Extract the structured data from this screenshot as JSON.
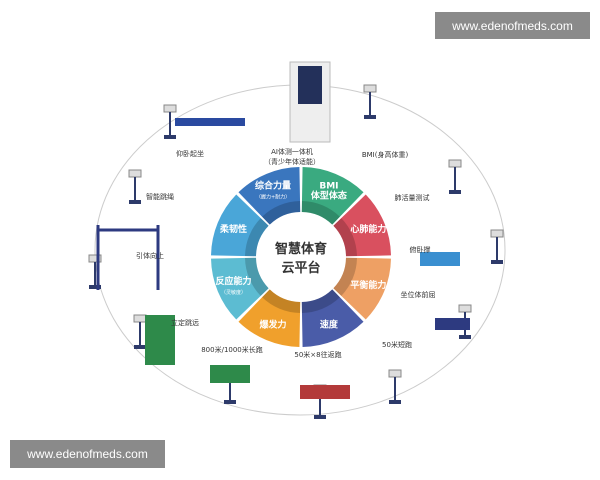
{
  "watermarks": [
    "www.edenofmeds.com",
    "www.edenofmeds.com"
  ],
  "center": {
    "line1": "智慧体育",
    "line2": "云平台"
  },
  "segments": [
    {
      "label": "BMI",
      "label2": "体型体态",
      "color": "#3aaa80"
    },
    {
      "label": "心肺能力",
      "label2": "",
      "color": "#d9505f"
    },
    {
      "label": "平衡能力",
      "label2": "",
      "color": "#eea064"
    },
    {
      "label": "速度",
      "label2": "",
      "color": "#4a5ca8"
    },
    {
      "label": "爆发力",
      "label2": "",
      "color": "#f0a02c"
    },
    {
      "label": "反应能力",
      "label2": "（灵敏度）",
      "color": "#5cbcd2"
    },
    {
      "label": "柔韧性",
      "label2": "",
      "color": "#4aa6d8"
    },
    {
      "label": "综合力量",
      "label2": "（握力+耐力）",
      "color": "#3a76be"
    }
  ],
  "stations": [
    {
      "label": "AI体测一体机",
      "sub": "（青少年体适能）"
    },
    {
      "label": "BMI(身高体重)"
    },
    {
      "label": "肺活量测试"
    },
    {
      "label": "俯卧撑"
    },
    {
      "label": "坐位体前屈"
    },
    {
      "label": "50米短跑"
    },
    {
      "label": "50米×8往返跑"
    },
    {
      "label": "800米/1000米长跑"
    },
    {
      "label": "立定跳远"
    },
    {
      "label": "引体向上"
    },
    {
      "label": "智能跳绳"
    },
    {
      "label": "仰卧起坐"
    }
  ]
}
